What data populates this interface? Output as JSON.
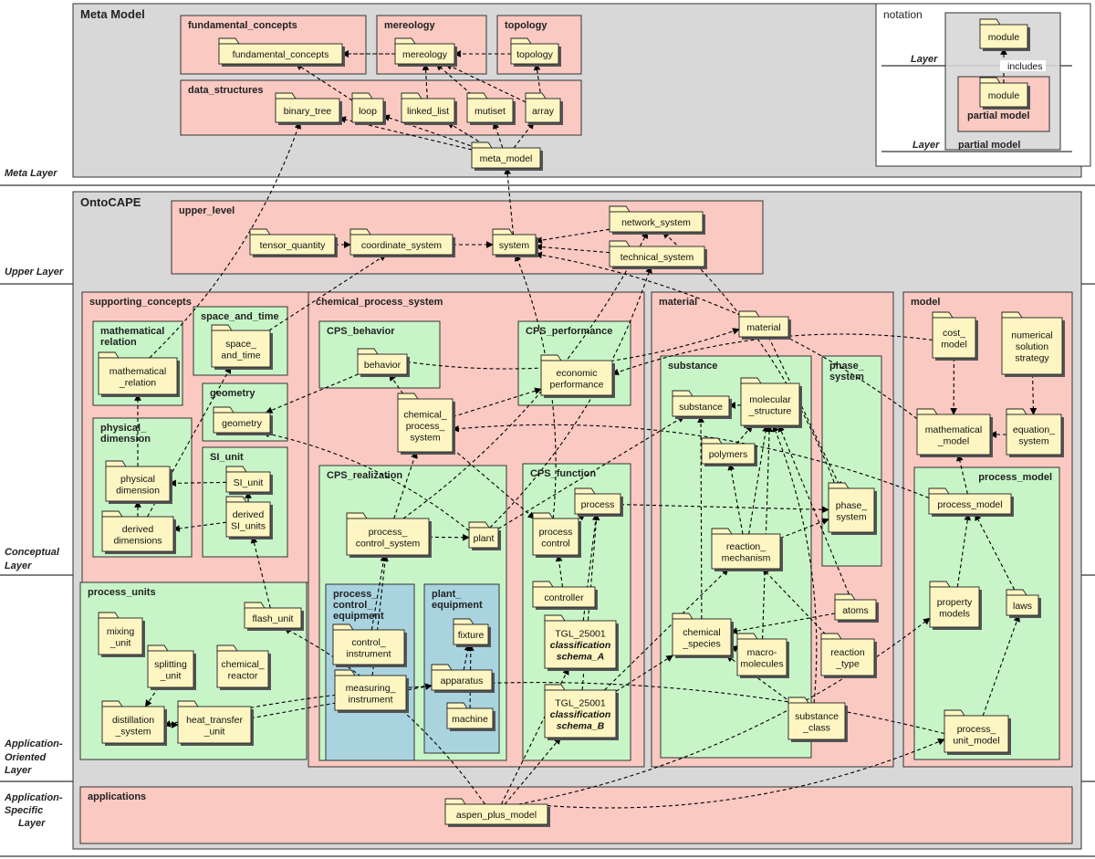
{
  "layers": [
    {
      "id": "meta",
      "label": [
        "Meta Layer"
      ]
    },
    {
      "id": "upper",
      "label": [
        "Upper Layer"
      ]
    },
    {
      "id": "conceptual",
      "label": [
        "Conceptual",
        "Layer"
      ]
    },
    {
      "id": "application",
      "label": [
        "Application-",
        "Oriented",
        "Layer"
      ]
    },
    {
      "id": "specific",
      "label": [
        "Application-",
        "Specific",
        "Layer"
      ]
    }
  ],
  "big_packages": [
    {
      "id": "meta_model_pkg",
      "title": "Meta Model"
    },
    {
      "id": "ontocape",
      "title": "OntoCAPE"
    },
    {
      "id": "notation",
      "title": "notation"
    }
  ],
  "packages": [
    {
      "id": "fundamental_concepts_pkg",
      "title": "fundamental_concepts",
      "color": "pink"
    },
    {
      "id": "mereology_pkg",
      "title": "mereology",
      "color": "pink"
    },
    {
      "id": "topology_pkg",
      "title": "topology",
      "color": "pink"
    },
    {
      "id": "data_structures_pkg",
      "title": "data_structures",
      "color": "pink"
    },
    {
      "id": "upper_level",
      "title": "upper_level",
      "color": "pink"
    },
    {
      "id": "supporting_concepts",
      "title": "supporting_concepts",
      "color": "pink"
    },
    {
      "id": "mathematical_relation_pkg",
      "title": "mathematical relation",
      "color": "green"
    },
    {
      "id": "space_and_time_pkg",
      "title": "space_and_time",
      "color": "green"
    },
    {
      "id": "geometry_pkg",
      "title": "geometry",
      "color": "green"
    },
    {
      "id": "physical_dimension_pkg",
      "title": "physical_ dimension",
      "color": "green"
    },
    {
      "id": "si_unit_pkg",
      "title": "SI_unit",
      "color": "green"
    },
    {
      "id": "chemical_process_system_pkg",
      "title": "chemical_process_system",
      "color": "pink"
    },
    {
      "id": "cps_behavior_pkg",
      "title": "CPS_behavior",
      "color": "green"
    },
    {
      "id": "cps_performance_pkg",
      "title": "CPS_performance",
      "color": "green"
    },
    {
      "id": "cps_realization_pkg",
      "title": "CPS_realization",
      "color": "green"
    },
    {
      "id": "cps_function_pkg",
      "title": "CPS_function",
      "color": "green"
    },
    {
      "id": "material_pkg",
      "title": "material",
      "color": "pink"
    },
    {
      "id": "substance_pkg",
      "title": "substance",
      "color": "green"
    },
    {
      "id": "phase_system_pkg",
      "title": "phase_ system",
      "color": "green"
    },
    {
      "id": "model_pkg",
      "title": "model",
      "color": "pink"
    },
    {
      "id": "process_model_pkg",
      "title": "process_model",
      "color": "green"
    },
    {
      "id": "process_units_pkg",
      "title": "process_units",
      "color": "green"
    },
    {
      "id": "process_control_equipment_pkg",
      "title": "process_ control_ equipment",
      "color": "blue"
    },
    {
      "id": "plant_equipment_pkg",
      "title": "plant_ equipment",
      "color": "blue"
    },
    {
      "id": "applications_pkg",
      "title": "applications",
      "color": "pink"
    },
    {
      "id": "notation_partial_model",
      "title": "partial model",
      "color": "pink"
    }
  ],
  "modules": [
    {
      "id": "fundamental_concepts",
      "lines": [
        "fundamental_concepts"
      ]
    },
    {
      "id": "mereology",
      "lines": [
        "mereology"
      ]
    },
    {
      "id": "topology",
      "lines": [
        "topology"
      ]
    },
    {
      "id": "binary_tree",
      "lines": [
        "binary_tree"
      ]
    },
    {
      "id": "loop",
      "lines": [
        "loop"
      ]
    },
    {
      "id": "linked_list",
      "lines": [
        "linked_list"
      ]
    },
    {
      "id": "mutiset",
      "lines": [
        "mutiset"
      ]
    },
    {
      "id": "array",
      "lines": [
        "array"
      ]
    },
    {
      "id": "meta_model",
      "lines": [
        "meta_model"
      ]
    },
    {
      "id": "tensor_quantity",
      "lines": [
        "tensor_quantity"
      ]
    },
    {
      "id": "coordinate_system",
      "lines": [
        "coordinate_system"
      ]
    },
    {
      "id": "system",
      "lines": [
        "system"
      ]
    },
    {
      "id": "network_system",
      "lines": [
        "network_system"
      ]
    },
    {
      "id": "technical_system",
      "lines": [
        "technical_system"
      ]
    },
    {
      "id": "mathematical_relation",
      "lines": [
        "mathematical",
        "_relation"
      ]
    },
    {
      "id": "space_and_time",
      "lines": [
        "space_",
        "and_time"
      ]
    },
    {
      "id": "geometry",
      "lines": [
        "geometry"
      ]
    },
    {
      "id": "physical_dimension",
      "lines": [
        "physical",
        "dimension"
      ]
    },
    {
      "id": "derived_dimensions",
      "lines": [
        "derived",
        "dimensions"
      ]
    },
    {
      "id": "si_unit",
      "lines": [
        "SI_unit"
      ]
    },
    {
      "id": "derived_si_units",
      "lines": [
        "derived",
        "SI_units"
      ]
    },
    {
      "id": "behavior",
      "lines": [
        "behavior"
      ]
    },
    {
      "id": "economic_performance",
      "lines": [
        "economic",
        "performance"
      ]
    },
    {
      "id": "chemical_process_system",
      "lines": [
        "chemical_",
        "process_",
        "system"
      ]
    },
    {
      "id": "process_control_system",
      "lines": [
        "process_",
        "control_system"
      ]
    },
    {
      "id": "plant",
      "lines": [
        "plant"
      ]
    },
    {
      "id": "process",
      "lines": [
        "process"
      ]
    },
    {
      "id": "process_control",
      "lines": [
        "process",
        "control"
      ]
    },
    {
      "id": "controller",
      "lines": [
        "controller"
      ]
    },
    {
      "id": "tgl_a",
      "lines": [
        "TGL_25001",
        "classification",
        "schema_A"
      ],
      "italic_from": 1
    },
    {
      "id": "tgl_b",
      "lines": [
        "TGL_25001",
        "classification",
        "schema_B"
      ],
      "italic_from": 1
    },
    {
      "id": "control_instrument",
      "lines": [
        "control_",
        "instrument"
      ]
    },
    {
      "id": "measuring_instrument",
      "lines": [
        "measuring_",
        "instrument"
      ]
    },
    {
      "id": "fixture",
      "lines": [
        "fixture"
      ]
    },
    {
      "id": "apparatus",
      "lines": [
        "apparatus"
      ]
    },
    {
      "id": "machine",
      "lines": [
        "machine"
      ]
    },
    {
      "id": "material",
      "lines": [
        "material"
      ]
    },
    {
      "id": "substance",
      "lines": [
        "substance"
      ]
    },
    {
      "id": "molecular_structure",
      "lines": [
        "molecular",
        "_structure"
      ]
    },
    {
      "id": "polymers",
      "lines": [
        "polymers"
      ]
    },
    {
      "id": "reaction_mechanism",
      "lines": [
        "reaction_",
        "mechanism"
      ]
    },
    {
      "id": "phase_system",
      "lines": [
        "phase_",
        "system"
      ]
    },
    {
      "id": "atoms",
      "lines": [
        "atoms"
      ]
    },
    {
      "id": "chemical_species",
      "lines": [
        "chemical",
        "_species"
      ]
    },
    {
      "id": "macro_molecules",
      "lines": [
        "macro-",
        "molecules"
      ]
    },
    {
      "id": "reaction_type",
      "lines": [
        "reaction",
        "_type"
      ]
    },
    {
      "id": "substance_class",
      "lines": [
        "substance",
        "_class"
      ]
    },
    {
      "id": "cost_model",
      "lines": [
        "cost_",
        "model"
      ]
    },
    {
      "id": "numerical_solution_strategy",
      "lines": [
        "numerical",
        "solution",
        "strategy"
      ]
    },
    {
      "id": "mathematical_model",
      "lines": [
        "mathematical",
        "_model"
      ]
    },
    {
      "id": "equation_system",
      "lines": [
        "equation_",
        "system"
      ]
    },
    {
      "id": "process_model",
      "lines": [
        "process_model"
      ]
    },
    {
      "id": "property_models",
      "lines": [
        "property",
        "models"
      ]
    },
    {
      "id": "laws",
      "lines": [
        "laws"
      ]
    },
    {
      "id": "process_unit_model",
      "lines": [
        "process_",
        "unit_model"
      ]
    },
    {
      "id": "mixing_unit",
      "lines": [
        "mixing",
        "_unit"
      ]
    },
    {
      "id": "splitting_unit",
      "lines": [
        "splitting",
        "_unit"
      ]
    },
    {
      "id": "chemical_reactor",
      "lines": [
        "chemical_",
        "reactor"
      ]
    },
    {
      "id": "flash_unit",
      "lines": [
        "flash_unit"
      ]
    },
    {
      "id": "distillation_system",
      "lines": [
        "distillation",
        "_system"
      ]
    },
    {
      "id": "heat_transfer_unit",
      "lines": [
        "heat_transfer",
        "_unit"
      ]
    },
    {
      "id": "aspen_plus_model",
      "lines": [
        "aspen_plus_model"
      ]
    },
    {
      "id": "notation_module_top",
      "lines": [
        "module"
      ]
    },
    {
      "id": "notation_module_bottom",
      "lines": [
        "module"
      ]
    }
  ],
  "edges": [
    [
      "mereology",
      "fundamental_concepts"
    ],
    [
      "topology",
      "mereology"
    ],
    [
      "topology",
      "fundamental_concepts"
    ],
    [
      "loop",
      "fundamental_concepts"
    ],
    [
      "linked_list",
      "mereology"
    ],
    [
      "mutiset",
      "mereology"
    ],
    [
      "array",
      "mereology"
    ],
    [
      "array",
      "topology"
    ],
    [
      "meta_model",
      "binary_tree"
    ],
    [
      "meta_model",
      "loop"
    ],
    [
      "meta_model",
      "linked_list"
    ],
    [
      "meta_model",
      "mutiset"
    ],
    [
      "meta_model",
      "array"
    ],
    [
      "system",
      "meta_model"
    ],
    [
      "tensor_quantity",
      "coordinate_system"
    ],
    [
      "coordinate_system",
      "system"
    ],
    [
      "network_system",
      "system"
    ],
    [
      "technical_system",
      "system"
    ],
    [
      "mathematical_relation",
      "binary_tree"
    ],
    [
      "space_and_time",
      "coordinate_system"
    ],
    [
      "physical_dimension",
      "mathematical_relation"
    ],
    [
      "derived_dimensions",
      "physical_dimension"
    ],
    [
      "derived_dimensions",
      "space_and_time"
    ],
    [
      "derived_si_units",
      "si_unit"
    ],
    [
      "derived_si_units",
      "derived_dimensions"
    ],
    [
      "si_unit",
      "physical_dimension"
    ],
    [
      "behavior",
      "geometry"
    ],
    [
      "behavior",
      "material"
    ],
    [
      "chemical_process_system",
      "behavior"
    ],
    [
      "chemical_process_system",
      "economic_performance"
    ],
    [
      "chemical_process_system",
      "process_control"
    ],
    [
      "process_control_system",
      "chemical_process_system"
    ],
    [
      "process_control_system",
      "plant"
    ],
    [
      "process_control_system",
      "network_system"
    ],
    [
      "plant",
      "technical_system"
    ],
    [
      "plant",
      "substance"
    ],
    [
      "plant",
      "geometry"
    ],
    [
      "process_control",
      "system"
    ],
    [
      "process_control",
      "process"
    ],
    [
      "process",
      "phase_system"
    ],
    [
      "controller",
      "process_control"
    ],
    [
      "tgl_a",
      "process"
    ],
    [
      "tgl_b",
      "process"
    ],
    [
      "tgl_b",
      "reaction_mechanism"
    ],
    [
      "tgl_b",
      "chemical_species"
    ],
    [
      "control_instrument",
      "process_control_system"
    ],
    [
      "measuring_instrument",
      "process_control_system"
    ],
    [
      "apparatus",
      "fixture"
    ],
    [
      "machine",
      "fixture"
    ],
    [
      "heat_transfer_unit",
      "apparatus"
    ],
    [
      "molecular_structure",
      "substance"
    ],
    [
      "polymers",
      "molecular_structure"
    ],
    [
      "reaction_mechanism",
      "molecular_structure"
    ],
    [
      "reaction_mechanism",
      "polymers"
    ],
    [
      "reaction_mechanism",
      "phase_system"
    ],
    [
      "chemical_species",
      "substance"
    ],
    [
      "atoms",
      "chemical_species"
    ],
    [
      "atoms",
      "molecular_structure"
    ],
    [
      "macro_molecules",
      "chemical_species"
    ],
    [
      "macro_molecules",
      "molecular_structure"
    ],
    [
      "reaction_type",
      "reaction_mechanism"
    ],
    [
      "substance_class",
      "chemical_species"
    ],
    [
      "substance_class",
      "molecular_structure"
    ],
    [
      "phase_system",
      "network_system"
    ],
    [
      "material",
      "phase_system"
    ],
    [
      "cost_model",
      "mathematical_model"
    ],
    [
      "cost_model",
      "economic_performance"
    ],
    [
      "numerical_solution_strategy",
      "equation_system"
    ],
    [
      "equation_system",
      "mathematical_model"
    ],
    [
      "mathematical_model",
      "system"
    ],
    [
      "process_model",
      "mathematical_model"
    ],
    [
      "process_model",
      "chemical_process_system"
    ],
    [
      "property_models",
      "process_model"
    ],
    [
      "laws",
      "process_model"
    ],
    [
      "process_unit_model",
      "laws"
    ],
    [
      "process_unit_model",
      "distillation_system"
    ],
    [
      "splitting_unit",
      "distillation_system"
    ],
    [
      "distillation_system",
      "heat_transfer_unit"
    ],
    [
      "flash_unit",
      "derived_si_units"
    ],
    [
      "aspen_plus_model",
      "process_unit_model"
    ],
    [
      "aspen_plus_model",
      "flash_unit"
    ],
    [
      "aspen_plus_model",
      "tgl_b"
    ],
    [
      "aspen_plus_model",
      "property_models"
    ],
    [
      "aspen_plus_model",
      "tgl_a"
    ],
    [
      "notation_module_bottom",
      "notation_module_top"
    ]
  ],
  "notation": {
    "layer_label_top": "Layer",
    "layer_label_bottom": "Layer",
    "includes_label": "includes",
    "partial_model_label": "partial model"
  }
}
